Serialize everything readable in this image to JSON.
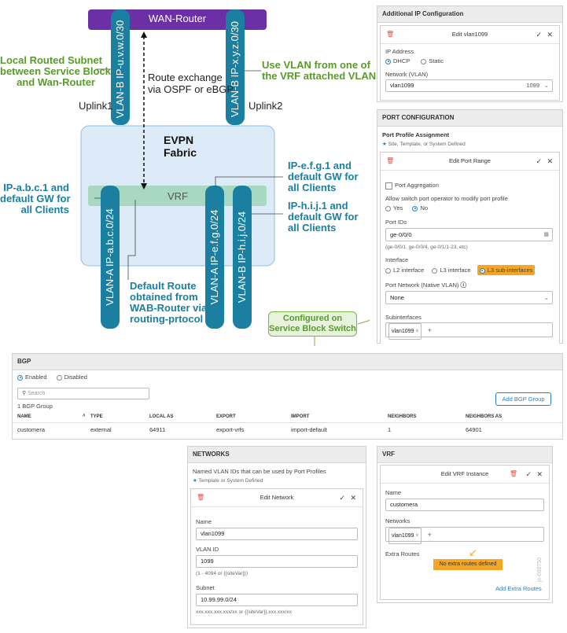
{
  "diagram": {
    "wan_router": "WAN-Router",
    "vlan_b_left": "VLAN-B IP-u.v.w.0/30",
    "vlan_b_right": "VLAN-B IP-x.y.z.0/30",
    "route_exchange": "Route exchange\nvia OSPF or eBGP",
    "local_subnet": "Local Routed Subnet\nbetween Service Block\nand Wan-Router",
    "use_vlan": "Use VLAN from one of\nthe VRF attached VLANs",
    "uplink1": "Uplink1",
    "uplink2": "Uplink2",
    "evpn": "EVPN\nFabric",
    "vrf": "VRF",
    "ip_abc": "IP-a.b.c.1 and\ndefault GW for\nall Clients",
    "ip_efg": "IP-e.f.g.1 and\ndefault GW for\nall Clients",
    "ip_hij": "IP-h.i.j.1 and\ndefault GW for\nall Clients",
    "vlan_a_abc": "VLAN-A IP-a.b.c.0/24",
    "vlan_a_efg": "VLAN-A IP-e.f.g.0/24",
    "vlan_b_hij": "VLAN-B IP-h.i.j.0/24",
    "default_route": "Default Route\nobtained from\nWAB-Router via\nrouting-prtocol",
    "configured": "Configured on\nService Block Switch",
    "colors": {
      "purple": "#6b2fa6",
      "teal_bar": "#1a7fa0",
      "fabric": "#dcebf7",
      "vrf": "#a8d8c0",
      "callout_border": "#7cb342"
    }
  },
  "additional_ip": {
    "header": "Additional IP Configuration",
    "title": "Edit vlan1099",
    "ip_address": "IP Address",
    "dhcp": "DHCP",
    "static": "Static",
    "network_label": "Network (VLAN)",
    "network_value": "vlan1099",
    "network_id": "1099"
  },
  "port_config": {
    "header": "PORT CONFIGURATION",
    "profile_assignment": "Port Profile Assignment",
    "profile_note": "Site, Template, or System Defined",
    "title": "Edit Port Range",
    "port_aggregation": "Port Aggregation",
    "allow_switch": "Allow switch port operator to modify port profile",
    "yes": "Yes",
    "no": "No",
    "port_ids_label": "Port IDs",
    "port_ids_value": "ge-0/0/0",
    "port_ids_hint": "(ge-0/0/1, ge-0/0/4, ge-0/1/1-23, etc)",
    "interface_label": "Interface",
    "l2": "L2 interface",
    "l3": "L3 interface",
    "l3sub": "L3 sub-interfaces",
    "port_network_label": "Port Network (Native VLAN)",
    "port_network_value": "None",
    "subinterfaces_label": "Subinterfaces",
    "sub_chip": "vlan1099"
  },
  "bgp": {
    "header": "BGP",
    "enabled": "Enabled",
    "disabled": "Disabled",
    "search_placeholder": "Search",
    "group_count": "1 BGP Group",
    "add_button": "Add BGP Group",
    "columns": [
      "NAME",
      "TYPE",
      "LOCAL AS",
      "EXPORT",
      "IMPORT",
      "NEIGHBORS",
      "NEIGHBORS AS"
    ],
    "rows": [
      [
        "customera",
        "external",
        "64911",
        "export-vrfs",
        "import-default",
        "1",
        "64901"
      ]
    ]
  },
  "networks": {
    "header": "NETWORKS",
    "desc": "Named VLAN IDs that can be used by Port Profiles",
    "note": "Template or System Defined",
    "title": "Edit Network",
    "name_label": "Name",
    "name_value": "vlan1099",
    "vlan_id_label": "VLAN ID",
    "vlan_id_value": "1099",
    "vlan_id_hint": "(1 - 4094 or {{siteVar}})",
    "subnet_label": "Subnet",
    "subnet_value": "10.99.99.0/24",
    "subnet_hint": "xxx.xxx.xxx.xxx/xx or {{siteVar}}.xxx.xxx/xx"
  },
  "vrf": {
    "header": "VRF",
    "title": "Edit VRF Instance",
    "name_label": "Name",
    "name_value": "customera",
    "networks_label": "Networks",
    "network_chip": "vlan1099",
    "extra_routes_label": "Extra Routes",
    "no_extra": "No extra routes defined",
    "add_extra": "Add Extra Routes"
  },
  "watermark": "jn-000750"
}
